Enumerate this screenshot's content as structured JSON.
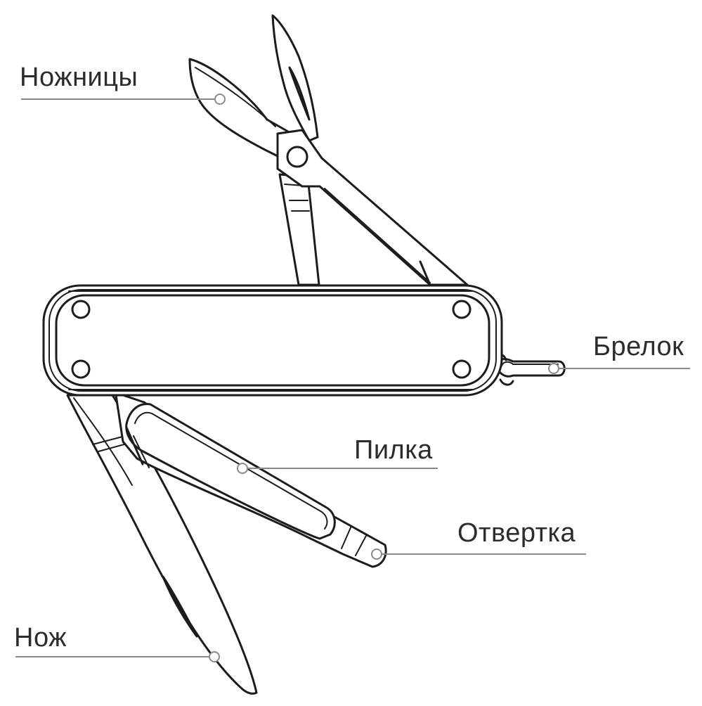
{
  "labels": {
    "scissors": "Ножницы",
    "keyring": "Брелок",
    "file": "Пилка",
    "screwdriver": "Отвертка",
    "knife": "Нож"
  },
  "colors": {
    "ink": "#1c1c1c",
    "leader": "#8a8a8a",
    "text": "#2c2c2c",
    "background": "#ffffff"
  }
}
